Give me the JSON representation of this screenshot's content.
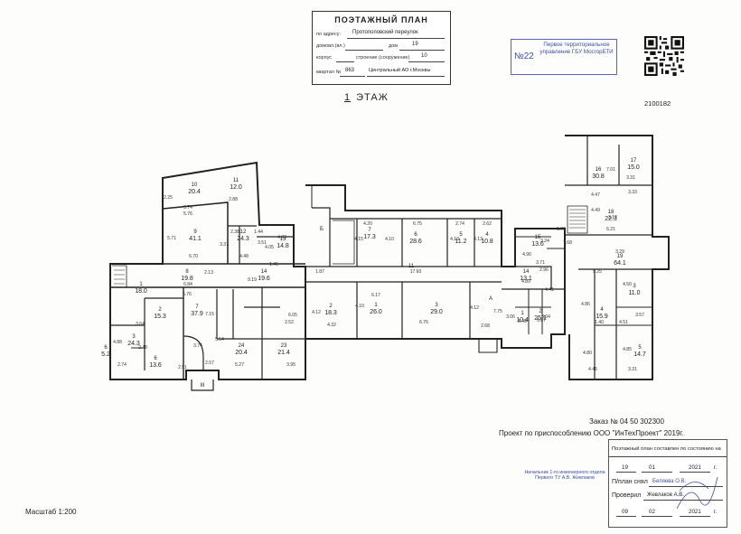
{
  "header": {
    "title": "ПОЭТАЖНЫЙ ПЛАН",
    "address_label": "по адресу:",
    "address_value": "Протопоповский переулок",
    "house_label": "домовл.(вл.)",
    "dom_label": "дом",
    "dom_value": "19",
    "korpus_label": "корпус",
    "stroenie_label": "строение (сооружение)",
    "stroenie_value": "10",
    "kvartal_label": "квартал №",
    "kvartal_value": "863",
    "district_value": "Центральный АО г.Москвы"
  },
  "stamp": {
    "number": "№22",
    "text": "Первое территориальное управление ГБУ МосгорБТИ"
  },
  "doc_id": "2100182",
  "floor": {
    "number": "1",
    "label": "ЭТАЖ"
  },
  "order": "Заказ № 04 50 302300",
  "project": "Проект по приспособлению ООО \"ИнТехПроект\" 2019г.",
  "chief": "Начальник 1-го инженерного отдела Первого ТУ А.В. Жевлаков",
  "signoff": {
    "header": "Поэтажный план составлен по состоянию на",
    "date1_day": "19",
    "date1_month": "01",
    "date1_year": "2021",
    "year_suffix": "г.",
    "plan_label": "П/план снял",
    "plan_name": "Беляева О.В.",
    "check_label": "Проверил",
    "check_name": "Жевлаков А.В.",
    "date2_day": "09",
    "date2_month": "02",
    "date2_year": "2021"
  },
  "scale": "Масштаб 1:200",
  "rooms": [
    {
      "num": "10",
      "area": "20.4"
    },
    {
      "num": "11",
      "area": "12.0"
    },
    {
      "num": "9",
      "area": "41.1"
    },
    {
      "num": "12",
      "area": "24.3"
    },
    {
      "num": "13",
      "area": "14.8"
    },
    {
      "num": "7",
      "area": "37.9"
    },
    {
      "num": "3",
      "area": "24.3"
    },
    {
      "num": "2",
      "area": "15.3"
    },
    {
      "num": "1",
      "area": "18.0"
    },
    {
      "num": "6",
      "area": "5.2"
    },
    {
      "num": "8",
      "area": "19.8"
    },
    {
      "num": "14",
      "area": "19.6"
    },
    {
      "num": "24",
      "area": "20.4"
    },
    {
      "num": "23",
      "area": "21.4"
    },
    {
      "num": "7",
      "area": "17.3"
    },
    {
      "num": "6",
      "area": "28.6"
    },
    {
      "num": "5",
      "area": "11.2"
    },
    {
      "num": "4",
      "area": "10.8"
    },
    {
      "num": "2",
      "area": "18.3"
    },
    {
      "num": "1",
      "area": "26.0"
    },
    {
      "num": "3",
      "area": "29.0"
    },
    {
      "num": "11",
      "area": ""
    },
    {
      "num": "15",
      "area": "13.6"
    },
    {
      "num": "14",
      "area": "13.1"
    },
    {
      "num": "16",
      "area": "30.8"
    },
    {
      "num": "17",
      "area": "15.0"
    },
    {
      "num": "18",
      "area": "22.3"
    },
    {
      "num": "19",
      "area": "64.1"
    },
    {
      "num": "1",
      "area": "10.4"
    },
    {
      "num": "2",
      "area": "25.1"
    },
    {
      "num": "3",
      "area": "11.0"
    },
    {
      "num": "4",
      "area": "15.9"
    },
    {
      "num": "5",
      "area": "14.7"
    },
    {
      "num": "6",
      "area": "13.6"
    }
  ],
  "stair_labels": [
    "Б",
    "А",
    "III"
  ],
  "dims": [
    "5.74",
    "5.76",
    "2.25",
    "2.88",
    "5.71",
    "6.70",
    "2.38",
    "3.37",
    "4.48",
    "1.44",
    "3.51",
    "4.09",
    "4.05",
    "1.45",
    "2.13",
    "6.84",
    "5.76",
    "7.15",
    "3.74",
    "5.54",
    "5.27",
    "3.95",
    "6.05",
    "2.52",
    "4.88",
    "2.74",
    "3.64",
    "2.48",
    "2.51",
    "2.57",
    "9.19",
    "4.20",
    "4.15",
    "4.10",
    "6.75",
    "4.10",
    "2.74",
    "4.13",
    "2.62",
    "17.60",
    "1.87",
    "4.12",
    "4.32",
    "4.10",
    "6.17",
    "6.76",
    "4.12",
    "2.68",
    "7.75",
    "4.90",
    "3.71",
    "4.89",
    "2.96",
    "9.25",
    "5.76",
    "4.47",
    "3.33",
    "3.31",
    "7.01",
    "4.49",
    "3.12",
    "7.68",
    "3.29",
    "4.50",
    "4.51",
    "3.57",
    "1.40",
    "4.46",
    "3.31",
    "4.80",
    "4.85",
    "3.06",
    "3.49",
    "3.04",
    "5.87",
    "4.41",
    "4.86",
    "3.24",
    "6.21"
  ]
}
